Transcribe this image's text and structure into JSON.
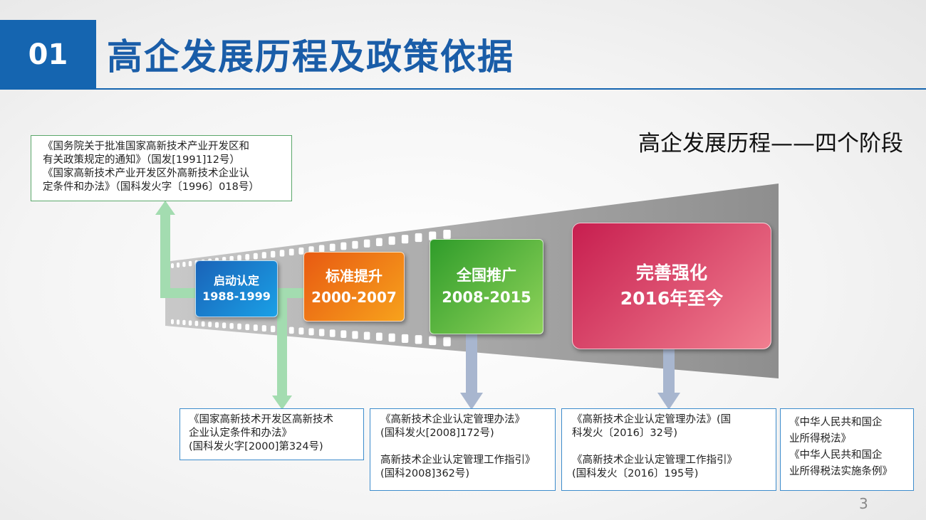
{
  "header": {
    "number": "01",
    "title": "高企发展历程及政策依据"
  },
  "subtitle": "高企发展历程——四个阶段",
  "stages": [
    {
      "name": "启动认定",
      "years": "1988-1999"
    },
    {
      "name": "标准提升",
      "years": "2000-2007"
    },
    {
      "name": "全国推广",
      "years": "2008-2015"
    },
    {
      "name": "完善强化",
      "years": "2016年至今"
    }
  ],
  "notes": {
    "stage1": "《国务院关于批准国家高新技术产业开发区和\n有关政策规定的通知》（国发[1991]12号）\n《国家高新技术产业开发区外高新技术企业认\n定条件和办法》（国科发火字〔1996〕018号）",
    "stage2": "《国家高新技术开发区高新技术\n企业认定条件和办法》\n(国科发火字[2000]第324号)",
    "stage3": "《高新技术企业认定管理办法》\n(国科发火[2008]172号)\n\n高新技术企业认定管理工作指引》\n(国科2008]362号)",
    "stage4": "《高新技术企业认定管理办法》(国\n科发火〔2016〕32号)\n\n《高新技术企业认定管理工作指引》\n(国科发火〔2016〕195号)",
    "tax": "《中华人民共和国企\n业所得税法》\n《中华人民共和国企\n业所得税法实施条例》"
  },
  "page_number": "3",
  "colors": {
    "header_blue": "#1565b0",
    "stage1": "#1673c7",
    "stage2": "#f07a10",
    "stage3": "#46b23a",
    "stage4": "#d6305a",
    "green_arrow": "#a3dcb0",
    "blue_arrow": "#a8b6cf"
  }
}
